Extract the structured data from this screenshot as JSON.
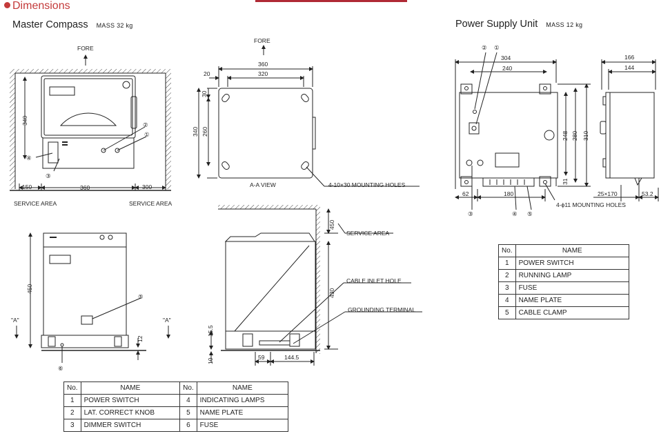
{
  "header": {
    "title": "Dimensions"
  },
  "master": {
    "title": "Master Compass",
    "mass": "MASS  32 kg",
    "labels": {
      "fore1": "FORE",
      "fore2": "FORE",
      "d340a": "340",
      "d150": "150",
      "d360a": "360",
      "d300": "300",
      "service_left": "SERVICE AREA",
      "service_right": "SERVICE AREA",
      "d360b": "360",
      "d320": "320",
      "d20": "20",
      "d30": "30",
      "d340b": "340",
      "d260": "260",
      "aa_view": "A-A VIEW",
      "mount_holes": "4-10×30 MOUNTING HOLES",
      "d450a": "450",
      "d12": "12",
      "a_left": "\"A\"",
      "a_right": "\"A\"",
      "d450b": "450",
      "d430": "430",
      "d15_5": "15.5",
      "d10": "10",
      "d59": "59",
      "d144_5": "144.5",
      "service_area": "SERVICE AREA",
      "cable_inlet": "CABLE INLET HOLE",
      "grounding": "GROUNDING TERMINAL",
      "c1": "①",
      "c2": "②",
      "c3": "③",
      "c4": "④",
      "c5": "⑤",
      "c6": "⑥"
    },
    "table": {
      "h_no": "No.",
      "h_name": "NAME",
      "rows": [
        {
          "n1": "1",
          "a": "POWER SWITCH",
          "n2": "4",
          "b": "INDICATING LAMPS"
        },
        {
          "n1": "2",
          "a": "LAT. CORRECT KNOB",
          "n2": "5",
          "b": "NAME PLATE"
        },
        {
          "n1": "3",
          "a": "DIMMER SWITCH",
          "n2": "6",
          "b": "FUSE"
        }
      ]
    }
  },
  "psu": {
    "title": "Power Supply Unit",
    "mass": "MASS  12 kg",
    "labels": {
      "d304": "304",
      "d240": "240",
      "d166": "166",
      "d144": "144",
      "d248": "248",
      "d280": "280",
      "d310": "310",
      "d31": "31",
      "d62": "62",
      "d180": "180",
      "d25x170": "25×170",
      "d53_2": "53.2",
      "mount_holes": "4-ϕ11 MOUNTING HOLES",
      "c1": "①",
      "c2": "②",
      "c3": "③",
      "c4": "④",
      "c5": "⑤"
    },
    "table": {
      "h_no": "No.",
      "h_name": "NAME",
      "rows": [
        {
          "n": "1",
          "name": "POWER SWITCH"
        },
        {
          "n": "2",
          "name": "RUNNING LAMP"
        },
        {
          "n": "3",
          "name": "FUSE"
        },
        {
          "n": "4",
          "name": "NAME PLATE"
        },
        {
          "n": "5",
          "name": "CABLE CLAMP"
        }
      ]
    }
  }
}
